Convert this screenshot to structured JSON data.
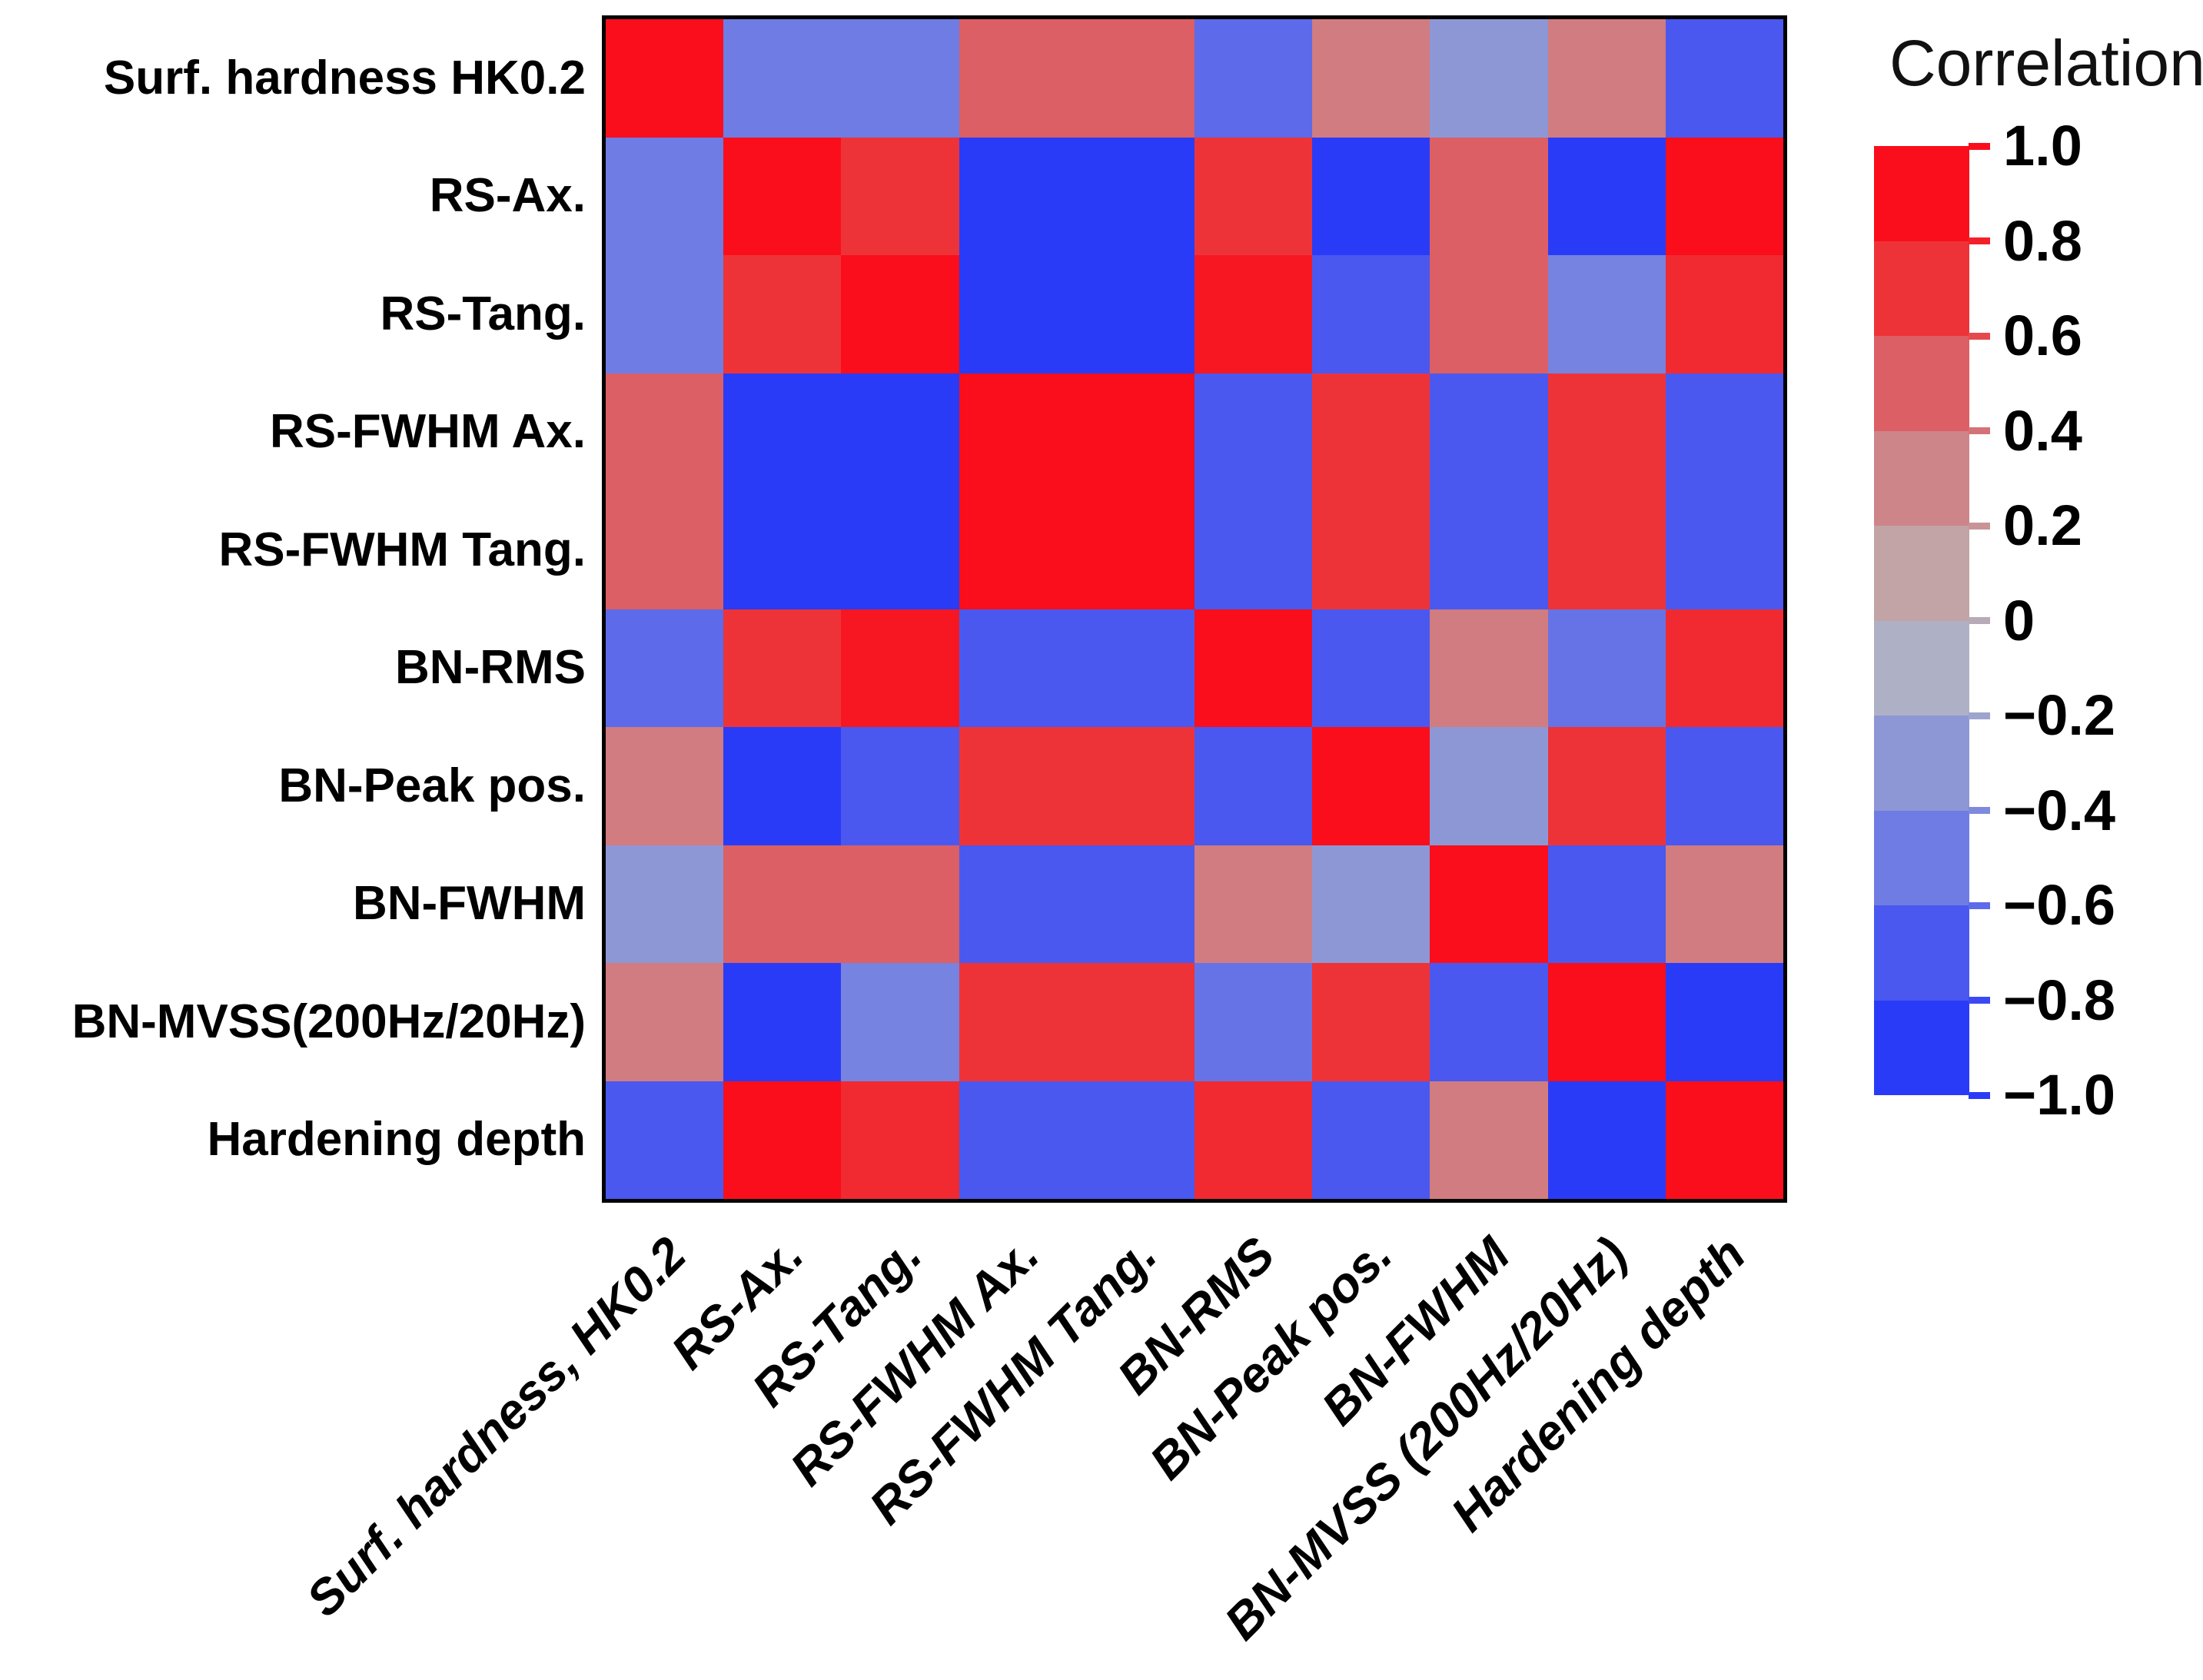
{
  "figure": {
    "background": "#ffffff"
  },
  "colorbar": {
    "title": "Correlation",
    "tick_values": [
      1.0,
      0.8,
      0.6,
      0.4,
      0.2,
      0.0,
      -0.2,
      -0.4,
      -0.6,
      -0.8,
      -1.0
    ],
    "tick_labels": [
      "1.0",
      "0.8",
      "0.6",
      "0.4",
      "0.2",
      "0",
      "−0.2",
      "−0.4",
      "−0.6",
      "−0.8",
      "−1.0"
    ],
    "segment_values_top_to_bottom": [
      0.9,
      0.7,
      0.5,
      0.3,
      0.1,
      -0.1,
      -0.3,
      -0.5,
      -0.7,
      -0.9
    ]
  },
  "chart_data": {
    "type": "heatmap",
    "title": "Correlation",
    "legend_position": "right",
    "value_range": [
      -1.0,
      1.0
    ],
    "grid": false,
    "y_labels": [
      "Surf. hardness HK0.2",
      "RS-Ax.",
      "RS-Tang.",
      "RS-FWHM Ax.",
      "RS-FWHM Tang.",
      "BN-RMS",
      "BN-Peak pos.",
      "BN-FWHM",
      "BN-MVSS(200Hz/20Hz)",
      "Hardening depth"
    ],
    "x_labels": [
      "Surf. hardness, HK0.2",
      "RS-Ax.",
      "RS-Tang.",
      "RS-FWHM Ax.",
      "RS-FWHM Tang.",
      "BN-RMS",
      "BN-Peak pos.",
      "BN-FWHM",
      "BN-MVSS (200Hz/20Hz)",
      "Hardening depth"
    ],
    "matrix": [
      [
        1.0,
        -0.5,
        -0.5,
        0.5,
        0.5,
        -0.6,
        0.35,
        -0.3,
        0.35,
        -0.7
      ],
      [
        -0.5,
        1.0,
        0.7,
        -0.9,
        -0.9,
        0.7,
        -0.95,
        0.5,
        -0.9,
        0.95
      ],
      [
        -0.5,
        0.7,
        1.0,
        -0.9,
        -0.9,
        0.85,
        -0.7,
        0.5,
        -0.45,
        0.75
      ],
      [
        0.5,
        -0.9,
        -0.9,
        1.0,
        0.95,
        -0.7,
        0.7,
        -0.7,
        0.7,
        -0.7
      ],
      [
        0.5,
        -0.9,
        -0.9,
        0.95,
        1.0,
        -0.7,
        0.7,
        -0.7,
        0.7,
        -0.7
      ],
      [
        -0.6,
        0.7,
        0.85,
        -0.7,
        -0.7,
        1.0,
        -0.7,
        0.35,
        -0.55,
        0.75
      ],
      [
        0.35,
        -0.95,
        -0.7,
        0.7,
        0.7,
        -0.7,
        1.0,
        -0.3,
        0.7,
        -0.7
      ],
      [
        -0.3,
        0.5,
        0.5,
        -0.7,
        -0.7,
        0.35,
        -0.3,
        1.0,
        -0.7,
        0.35
      ],
      [
        0.35,
        -0.9,
        -0.45,
        0.7,
        0.7,
        -0.55,
        0.7,
        -0.7,
        1.0,
        -0.95
      ],
      [
        -0.7,
        0.95,
        0.75,
        -0.7,
        -0.7,
        0.75,
        -0.7,
        0.35,
        -0.95,
        1.0
      ]
    ],
    "colormap_anchors": [
      {
        "value": -0.9,
        "color": "#2A3BF8"
      },
      {
        "value": -0.7,
        "color": "#4A58EF"
      },
      {
        "value": -0.5,
        "color": "#6F7CE3"
      },
      {
        "value": -0.3,
        "color": "#8E97D5"
      },
      {
        "value": -0.1,
        "color": "#AEB1C6"
      },
      {
        "value": 0.1,
        "color": "#C2A3A6"
      },
      {
        "value": 0.3,
        "color": "#CD8589"
      },
      {
        "value": 0.5,
        "color": "#DB5F64"
      },
      {
        "value": 0.7,
        "color": "#EE3338"
      },
      {
        "value": 0.9,
        "color": "#FA0E1B"
      }
    ]
  }
}
